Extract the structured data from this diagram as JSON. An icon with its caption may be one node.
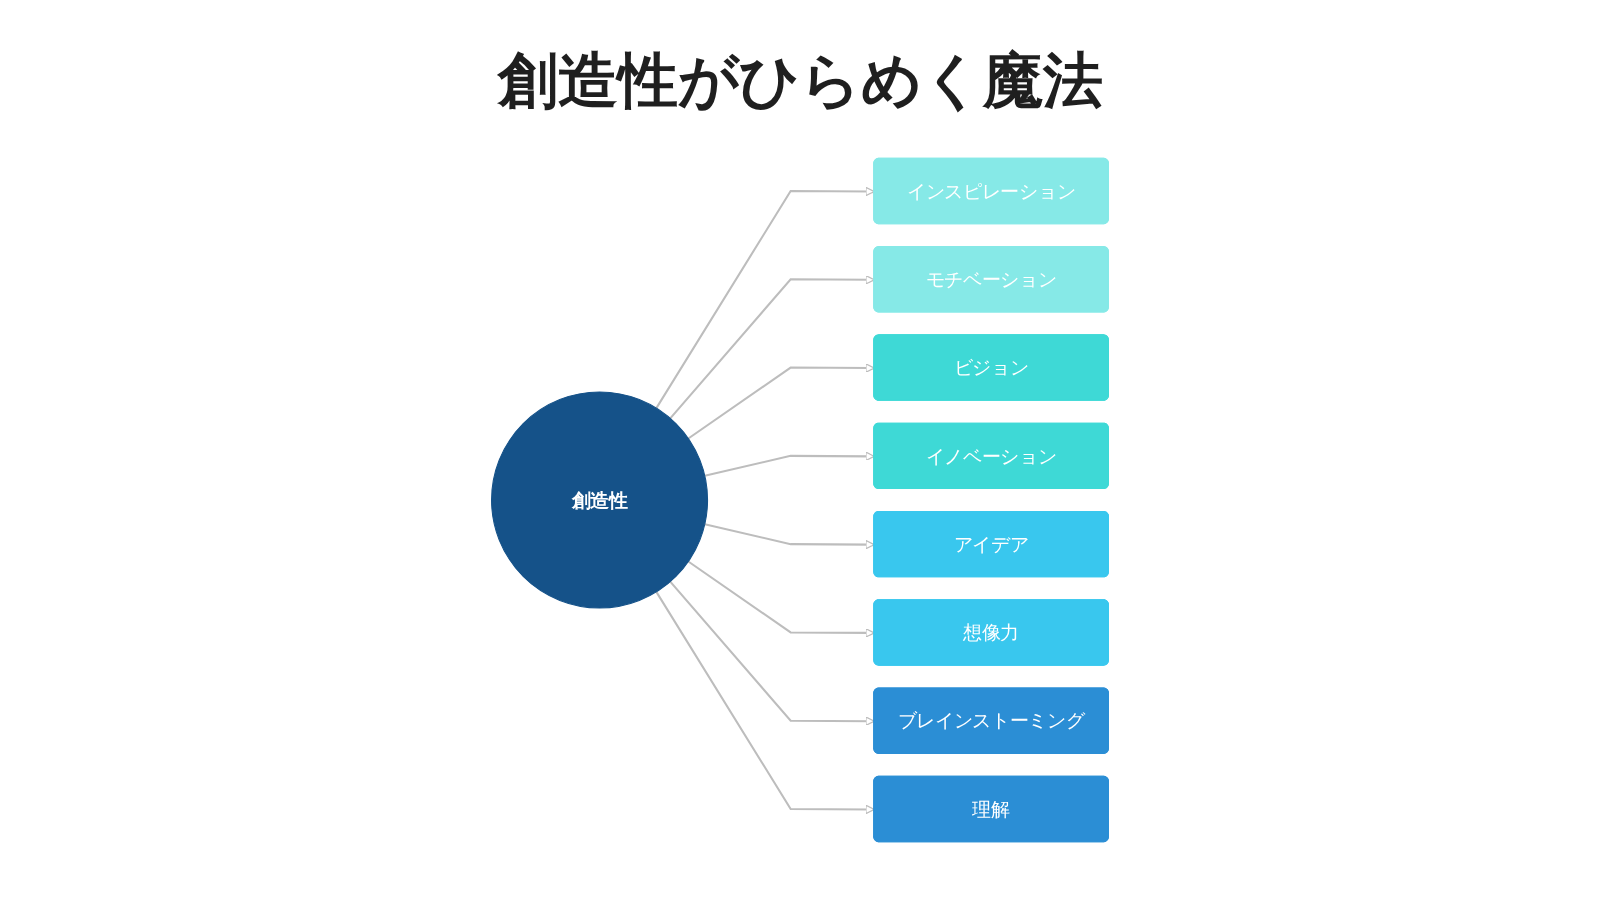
{
  "diagram": {
    "title": "創造性がひらめく魔法",
    "nodes": [
      {
        "text": [
          "インスピレーション"
        ]
      },
      {
        "text": [
          "モチベーション"
        ]
      },
      {
        "text": [
          "ビジョン"
        ]
      },
      {
        "text": [
          "イノベーション"
        ]
      },
      {
        "text": [
          "創造性"
        ]
      },
      {
        "text": [
          "アイデア"
        ]
      },
      {
        "text": [
          "想像力"
        ]
      },
      {
        "text": [
          "ブレインストーミング"
        ]
      },
      {
        "text": [
          "理解"
        ]
      }
    ],
    "edges": [
      {
        "from": 4,
        "to": 0,
        "arrow": "to"
      },
      {
        "from": 4,
        "to": 1,
        "arrow": "to"
      },
      {
        "from": 4,
        "to": 2,
        "arrow": "to"
      },
      {
        "from": 4,
        "to": 3,
        "arrow": "to"
      },
      {
        "from": 4,
        "to": 5,
        "arrow": "to"
      },
      {
        "from": 4,
        "to": 6,
        "arrow": "to"
      },
      {
        "from": 4,
        "to": 7,
        "arrow": "to"
      },
      {
        "from": 4,
        "to": 8,
        "arrow": "to"
      }
    ]
  }
}
